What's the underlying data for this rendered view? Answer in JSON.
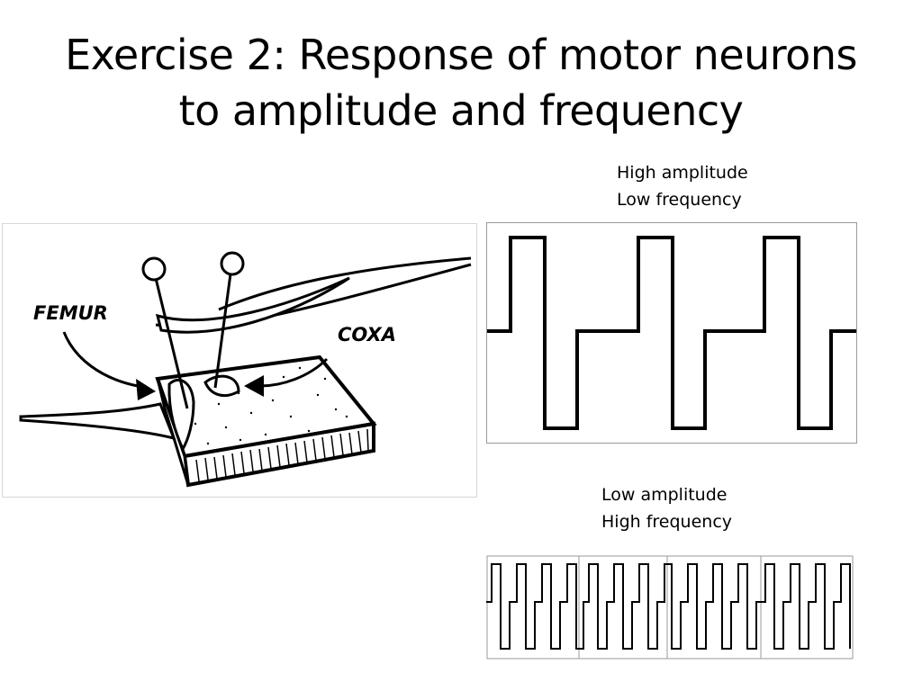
{
  "slide": {
    "title_line1": "Exercise 2: Response of motor neurons",
    "title_line2": "to amplitude and frequency"
  },
  "high_wave": {
    "label_line1": "High amplitude",
    "label_line2": "Low frequency"
  },
  "low_wave": {
    "label_line1": "Low amplitude",
    "label_line2": "High frequency"
  },
  "illustration": {
    "label_femur": "FEMUR",
    "label_coxa": "COXA"
  }
}
